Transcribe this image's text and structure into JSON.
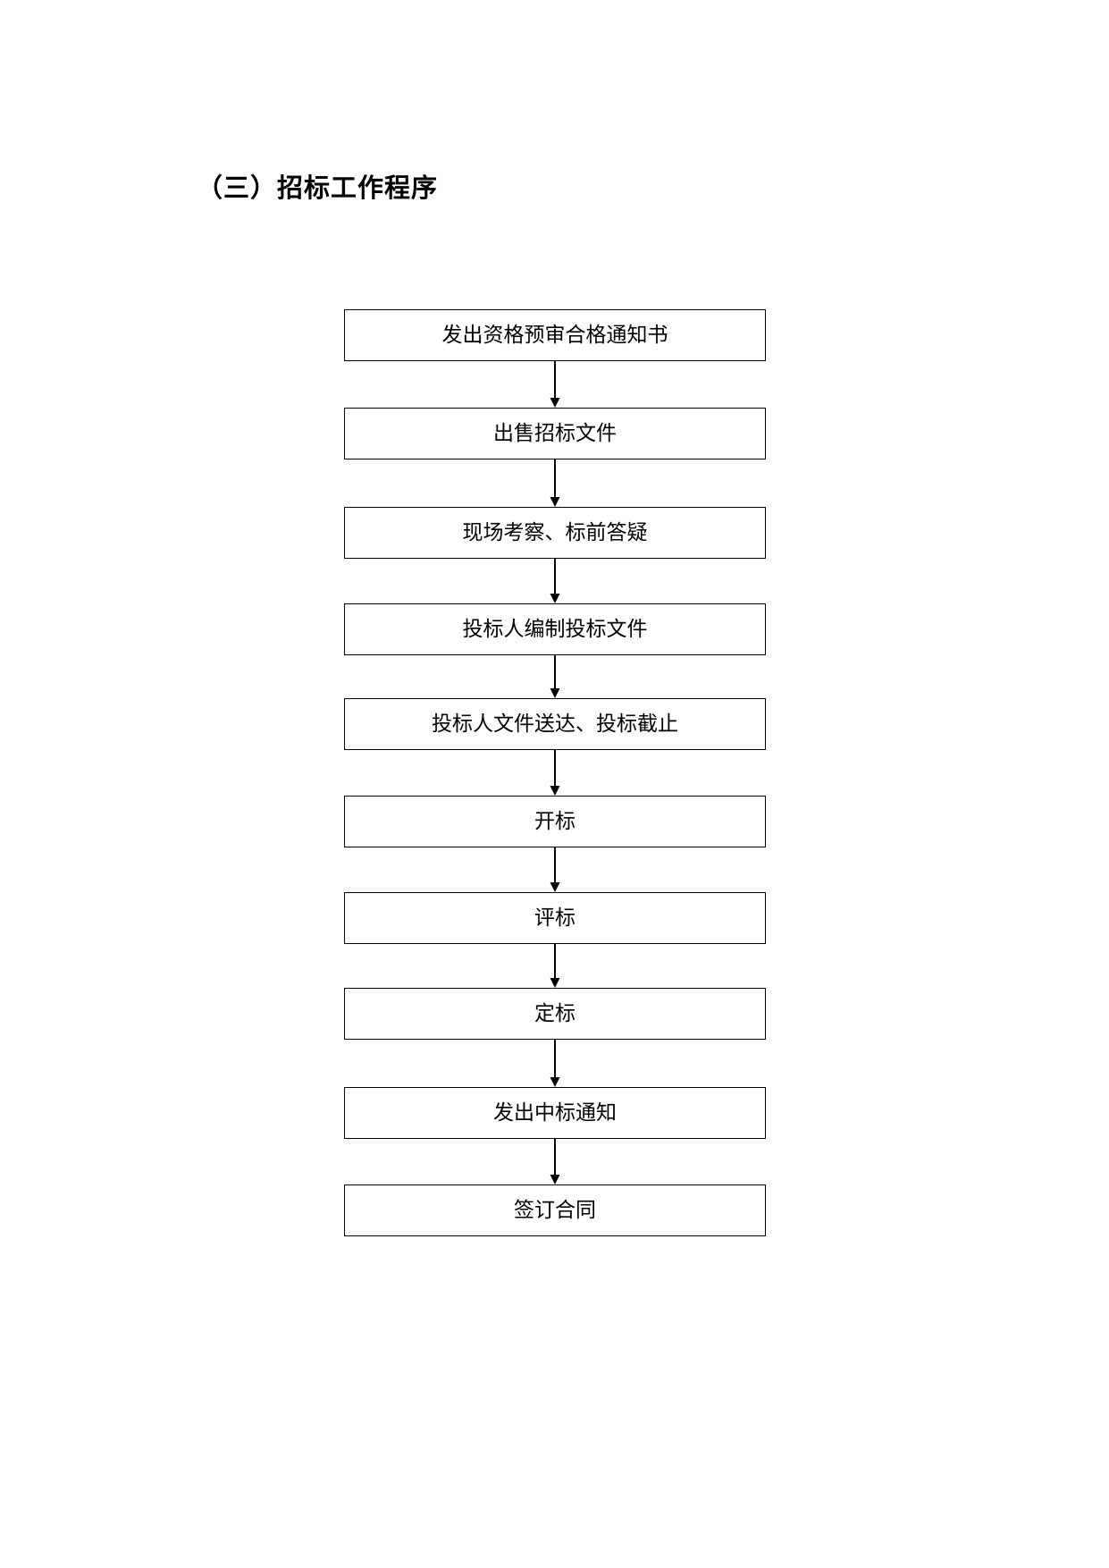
{
  "section_title": "（三）招标工作程序",
  "flowchart": {
    "steps": [
      {
        "label": "发出资格预审合格通知书"
      },
      {
        "label": "出售招标文件"
      },
      {
        "label": "现场考察、标前答疑"
      },
      {
        "label": "投标人编制投标文件"
      },
      {
        "label": "投标人文件送达、投标截止"
      },
      {
        "label": "开标"
      },
      {
        "label": "评标"
      },
      {
        "label": "定标"
      },
      {
        "label": "发出中标通知"
      },
      {
        "label": "签订合同"
      }
    ]
  }
}
